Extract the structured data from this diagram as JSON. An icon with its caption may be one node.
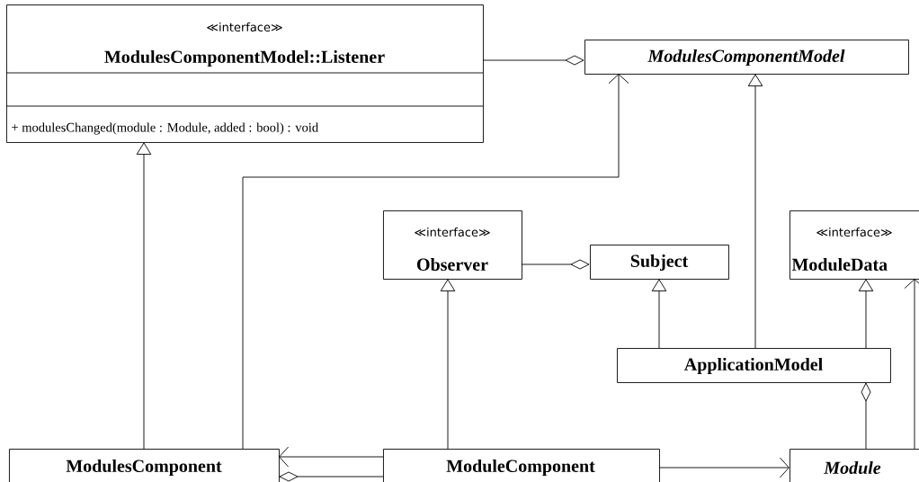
{
  "diagram": {
    "nodes": [
      {
        "text": [
          "≪interface≫",
          "ModulesComponentModel::Listener",
          "+ modulesChanged(module : Module, added : bool) : void"
        ]
      },
      {
        "text": [
          "*ModulesComponentModel*"
        ]
      },
      {
        "text": [
          "≪interface≫",
          "Observer"
        ]
      },
      {
        "text": [
          "Subject"
        ]
      },
      {
        "text": [
          "≪interface≫",
          "ModuleData"
        ]
      },
      {
        "text": [
          "ApplicationModel"
        ]
      },
      {
        "text": [
          "ModulesComponent"
        ]
      },
      {
        "text": [
          "ModuleComponent"
        ]
      },
      {
        "text": [
          "*Module*"
        ]
      }
    ],
    "edges": [
      {
        "from": 0,
        "to": 1,
        "arrow": "other"
      },
      {
        "from": 6,
        "to": 0,
        "arrow": "to"
      },
      {
        "from": 6,
        "to": 1,
        "arrow": "to"
      },
      {
        "from": 5,
        "to": 1,
        "arrow": "to"
      },
      {
        "from": 2,
        "to": 3,
        "arrow": "other"
      },
      {
        "from": 7,
        "to": 2,
        "arrow": "to"
      },
      {
        "from": 5,
        "to": 3,
        "arrow": "to"
      },
      {
        "from": 5,
        "to": 4,
        "arrow": "to"
      },
      {
        "from": 8,
        "to": 5,
        "arrow": "other"
      },
      {
        "from": 8,
        "to": 4,
        "arrow": "to"
      },
      {
        "from": 7,
        "to": 6,
        "arrow": "to"
      },
      {
        "from": 7,
        "to": 6,
        "arrow": "other"
      },
      {
        "from": 7,
        "to": 8,
        "arrow": "to"
      }
    ]
  }
}
